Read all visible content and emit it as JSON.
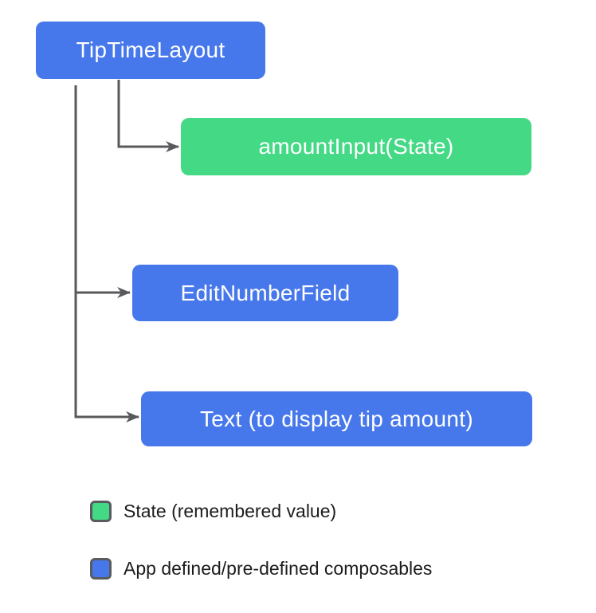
{
  "diagram": {
    "root": {
      "label": "TipTimeLayout",
      "type": "blue"
    },
    "children": [
      {
        "label": "amountInput(State)",
        "type": "green"
      },
      {
        "label": "EditNumberField",
        "type": "blue"
      },
      {
        "label": "Text (to display tip amount)",
        "type": "blue"
      }
    ]
  },
  "legend": {
    "items": [
      {
        "swatch": "green",
        "label": "State (remembered value)"
      },
      {
        "swatch": "blue",
        "label": "App defined/pre-defined composables"
      }
    ]
  },
  "colors": {
    "blue": "#4778EB",
    "green": "#43D985",
    "connector": "#58595B",
    "swatch_border": "#5A5B5E",
    "legend_text": "#1C1C1E",
    "box_text": "#FFFFFF",
    "background": "#FFFFFF"
  }
}
